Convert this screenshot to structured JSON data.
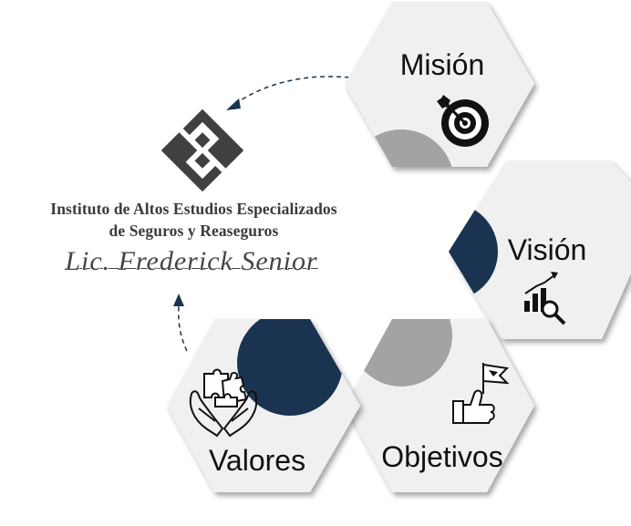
{
  "organization": {
    "name_line1": "Instituto de Altos Estudios Especializados",
    "name_line2": "de Seguros y Reaseguros",
    "director": "Lic. Frederick Senior"
  },
  "hexagons": [
    {
      "label": "Misión",
      "icon": "target-icon"
    },
    {
      "label": "Visión",
      "icon": "growth-chart-magnifier-icon"
    },
    {
      "label": "Objetivos",
      "icon": "thumbs-up-flag-icon"
    },
    {
      "label": "Valores",
      "icon": "hands-puzzle-icon"
    }
  ],
  "colors": {
    "hex_fill": "#f0f0f0",
    "navy_accent": "#1a3350",
    "gray_accent": "#a3a3a3",
    "dashed_arrow": "#1a3350",
    "logo": "#404040"
  }
}
